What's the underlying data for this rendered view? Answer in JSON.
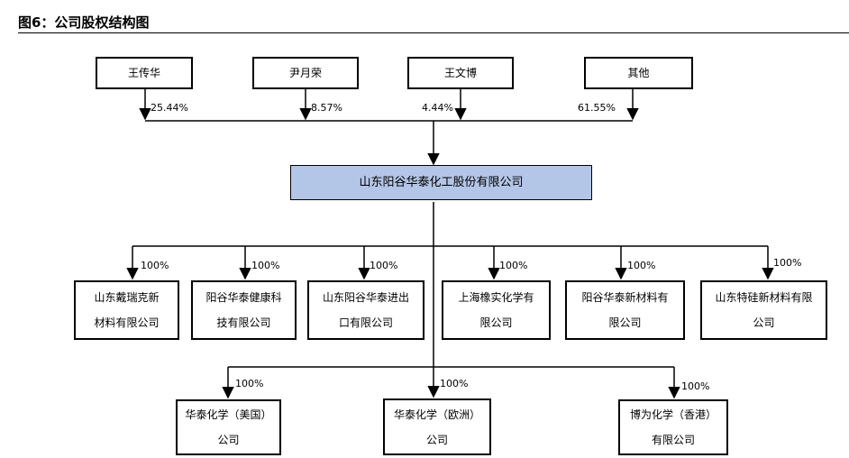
{
  "title": "图6：公司股权结构图",
  "shareholders": [
    {
      "name": "王传华",
      "pct": "25.44%"
    },
    {
      "name": "尹月荣",
      "pct": "8.57%"
    },
    {
      "name": "王文博",
      "pct": "4.44%"
    },
    {
      "name": "其他",
      "pct": "61.55%"
    }
  ],
  "company": "山东阳谷华泰化工股份有限公司",
  "subsidiaries": [
    {
      "line1": "山东戴瑞克新",
      "line2": "材料有限公司",
      "pct": "100%"
    },
    {
      "line1": "阳谷华泰健康科",
      "line2": "技有限公司",
      "pct": "100%"
    },
    {
      "line1": "山东阳谷华泰进出",
      "line2": "口有限公司",
      "pct": "100%"
    },
    {
      "line1": "上海橡实化学有",
      "line2": "限公司",
      "pct": "100%"
    },
    {
      "line1": "阳谷华泰新材料有",
      "line2": "限公司",
      "pct": "100%"
    },
    {
      "line1": "山东特硅新材料有限",
      "line2": "公司",
      "pct": "100%"
    }
  ],
  "overseas": [
    {
      "line1": "华泰化学（美国）",
      "line2": "公司",
      "pct": "100%"
    },
    {
      "line1": "华泰化学（欧洲）",
      "line2": "公司",
      "pct": "100%"
    },
    {
      "line1": "博为化学（香港）",
      "line2": "有限公司",
      "pct": "100%"
    }
  ]
}
